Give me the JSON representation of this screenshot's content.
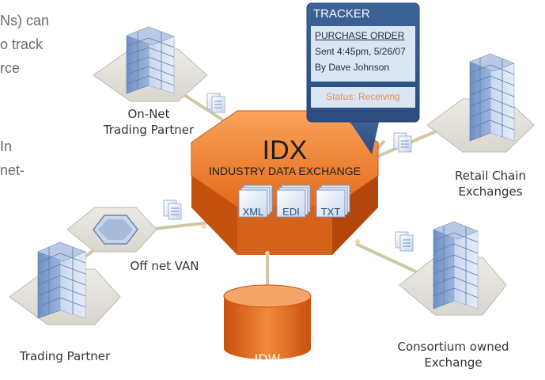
{
  "intro_text": {
    "lines": [
      "Ns) can",
      "o track",
      "rce",
      "In",
      "net-"
    ]
  },
  "hub": {
    "title": "IDX",
    "subtitle": "INDUSTRY DATA EXCHANGE",
    "formats": [
      "XML",
      "EDI",
      "TXT"
    ],
    "color": "#e8701e"
  },
  "nodes": {
    "on_net_partner": "On-Net\nTrading Partner",
    "retail_chain": "Retail Chain\nExchanges",
    "off_net_van": "Off net VAN",
    "trading_partner": "Trading Partner",
    "consortium": "Consortium owned\nExchange",
    "idw": "IDW"
  },
  "tracker": {
    "header": "TRACKER",
    "doc_title": "PURCHASE ORDER",
    "sent": "Sent 4:45pm, 5/26/07",
    "by": "By Dave Johnson",
    "status": "Status: Receiving",
    "header_color": "#3a5f93",
    "status_color": "#f08a3c"
  }
}
